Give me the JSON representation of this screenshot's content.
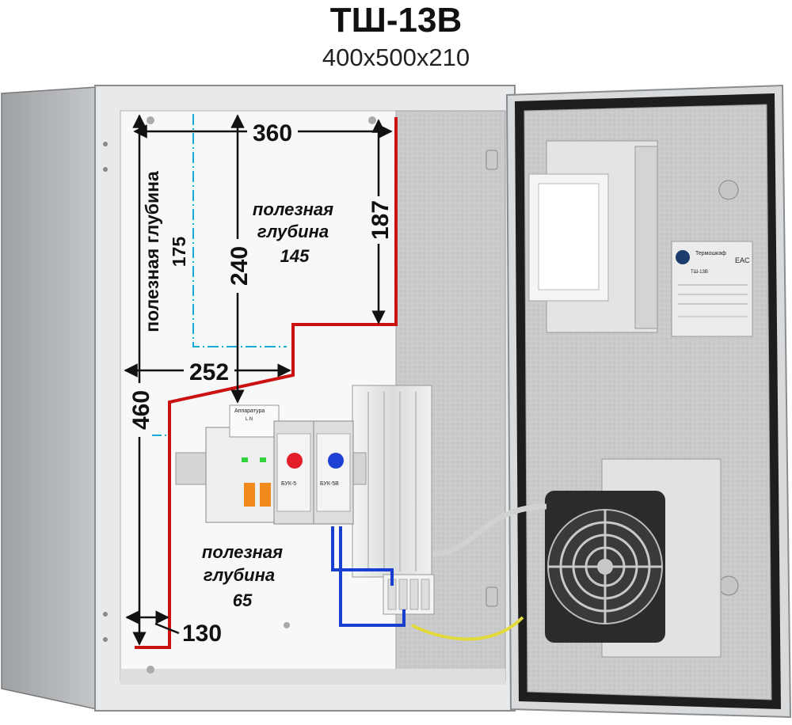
{
  "title": "ТШ-13В",
  "subtitle": "400x500x210",
  "dimensions": {
    "width_top": "360",
    "height_right": "187",
    "height_mid": "240",
    "width_mid": "252",
    "height_full": "460",
    "width_bottom": "130"
  },
  "zones": {
    "upper_left": {
      "line1": "полезная глубина",
      "line2": "175"
    },
    "upper_right": {
      "line1": "полезная",
      "line2": "глубина",
      "line3": "145"
    },
    "lower": {
      "line1": "полезная",
      "line2": "глубина",
      "line3": "65"
    }
  },
  "device_labels": {
    "apparatus": "Аппаратура",
    "ln": "L   N",
    "buk5": "БУК-5",
    "buk5v": "БУК-5В"
  },
  "door_plate": {
    "brand": "Термошкаф",
    "model": "ТШ-13В",
    "eac": "EAC"
  },
  "colors": {
    "zone_border": "#cc1111",
    "depth_line": "#19a8d8",
    "cabinet": "#e4e6e8",
    "door_panel": "#c9cbcd"
  }
}
